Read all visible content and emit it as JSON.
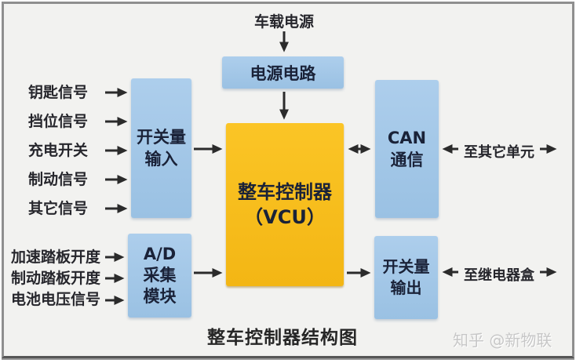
{
  "frame": {
    "title": "整车控制器结构图",
    "watermark": "知乎 @新物联"
  },
  "top": {
    "vehicle_power_label": "车载电源",
    "power_circuit_box": "电源电路"
  },
  "vcu": {
    "line1": "整车控制器",
    "line2": "（VCU）"
  },
  "switch_input": {
    "box": {
      "line1": "开关量",
      "line2": "输入"
    },
    "signals": [
      "钥匙信号",
      "挡位信号",
      "充电开关",
      "制动信号",
      "其它信号"
    ]
  },
  "ad_module": {
    "box": {
      "line1": "A/D",
      "line2": "采集",
      "line3": "模块"
    },
    "signals": [
      "加速踏板开度",
      "制动踏板开度",
      "电池电压信号"
    ]
  },
  "can": {
    "box": {
      "line1": "CAN",
      "line2": "通信"
    },
    "external_label": "至其它单元"
  },
  "switch_output": {
    "box": {
      "line1": "开关量",
      "line2": "输出"
    },
    "external_label": "至继电器盒"
  },
  "colors": {
    "box_blue": "#a0c5e7",
    "box_yellow": "#f9c01e",
    "arrow": "#2b2b2b",
    "box_text": "#1a2238",
    "background": "#f2f2f0",
    "frame_border": "#8f8f8f"
  }
}
